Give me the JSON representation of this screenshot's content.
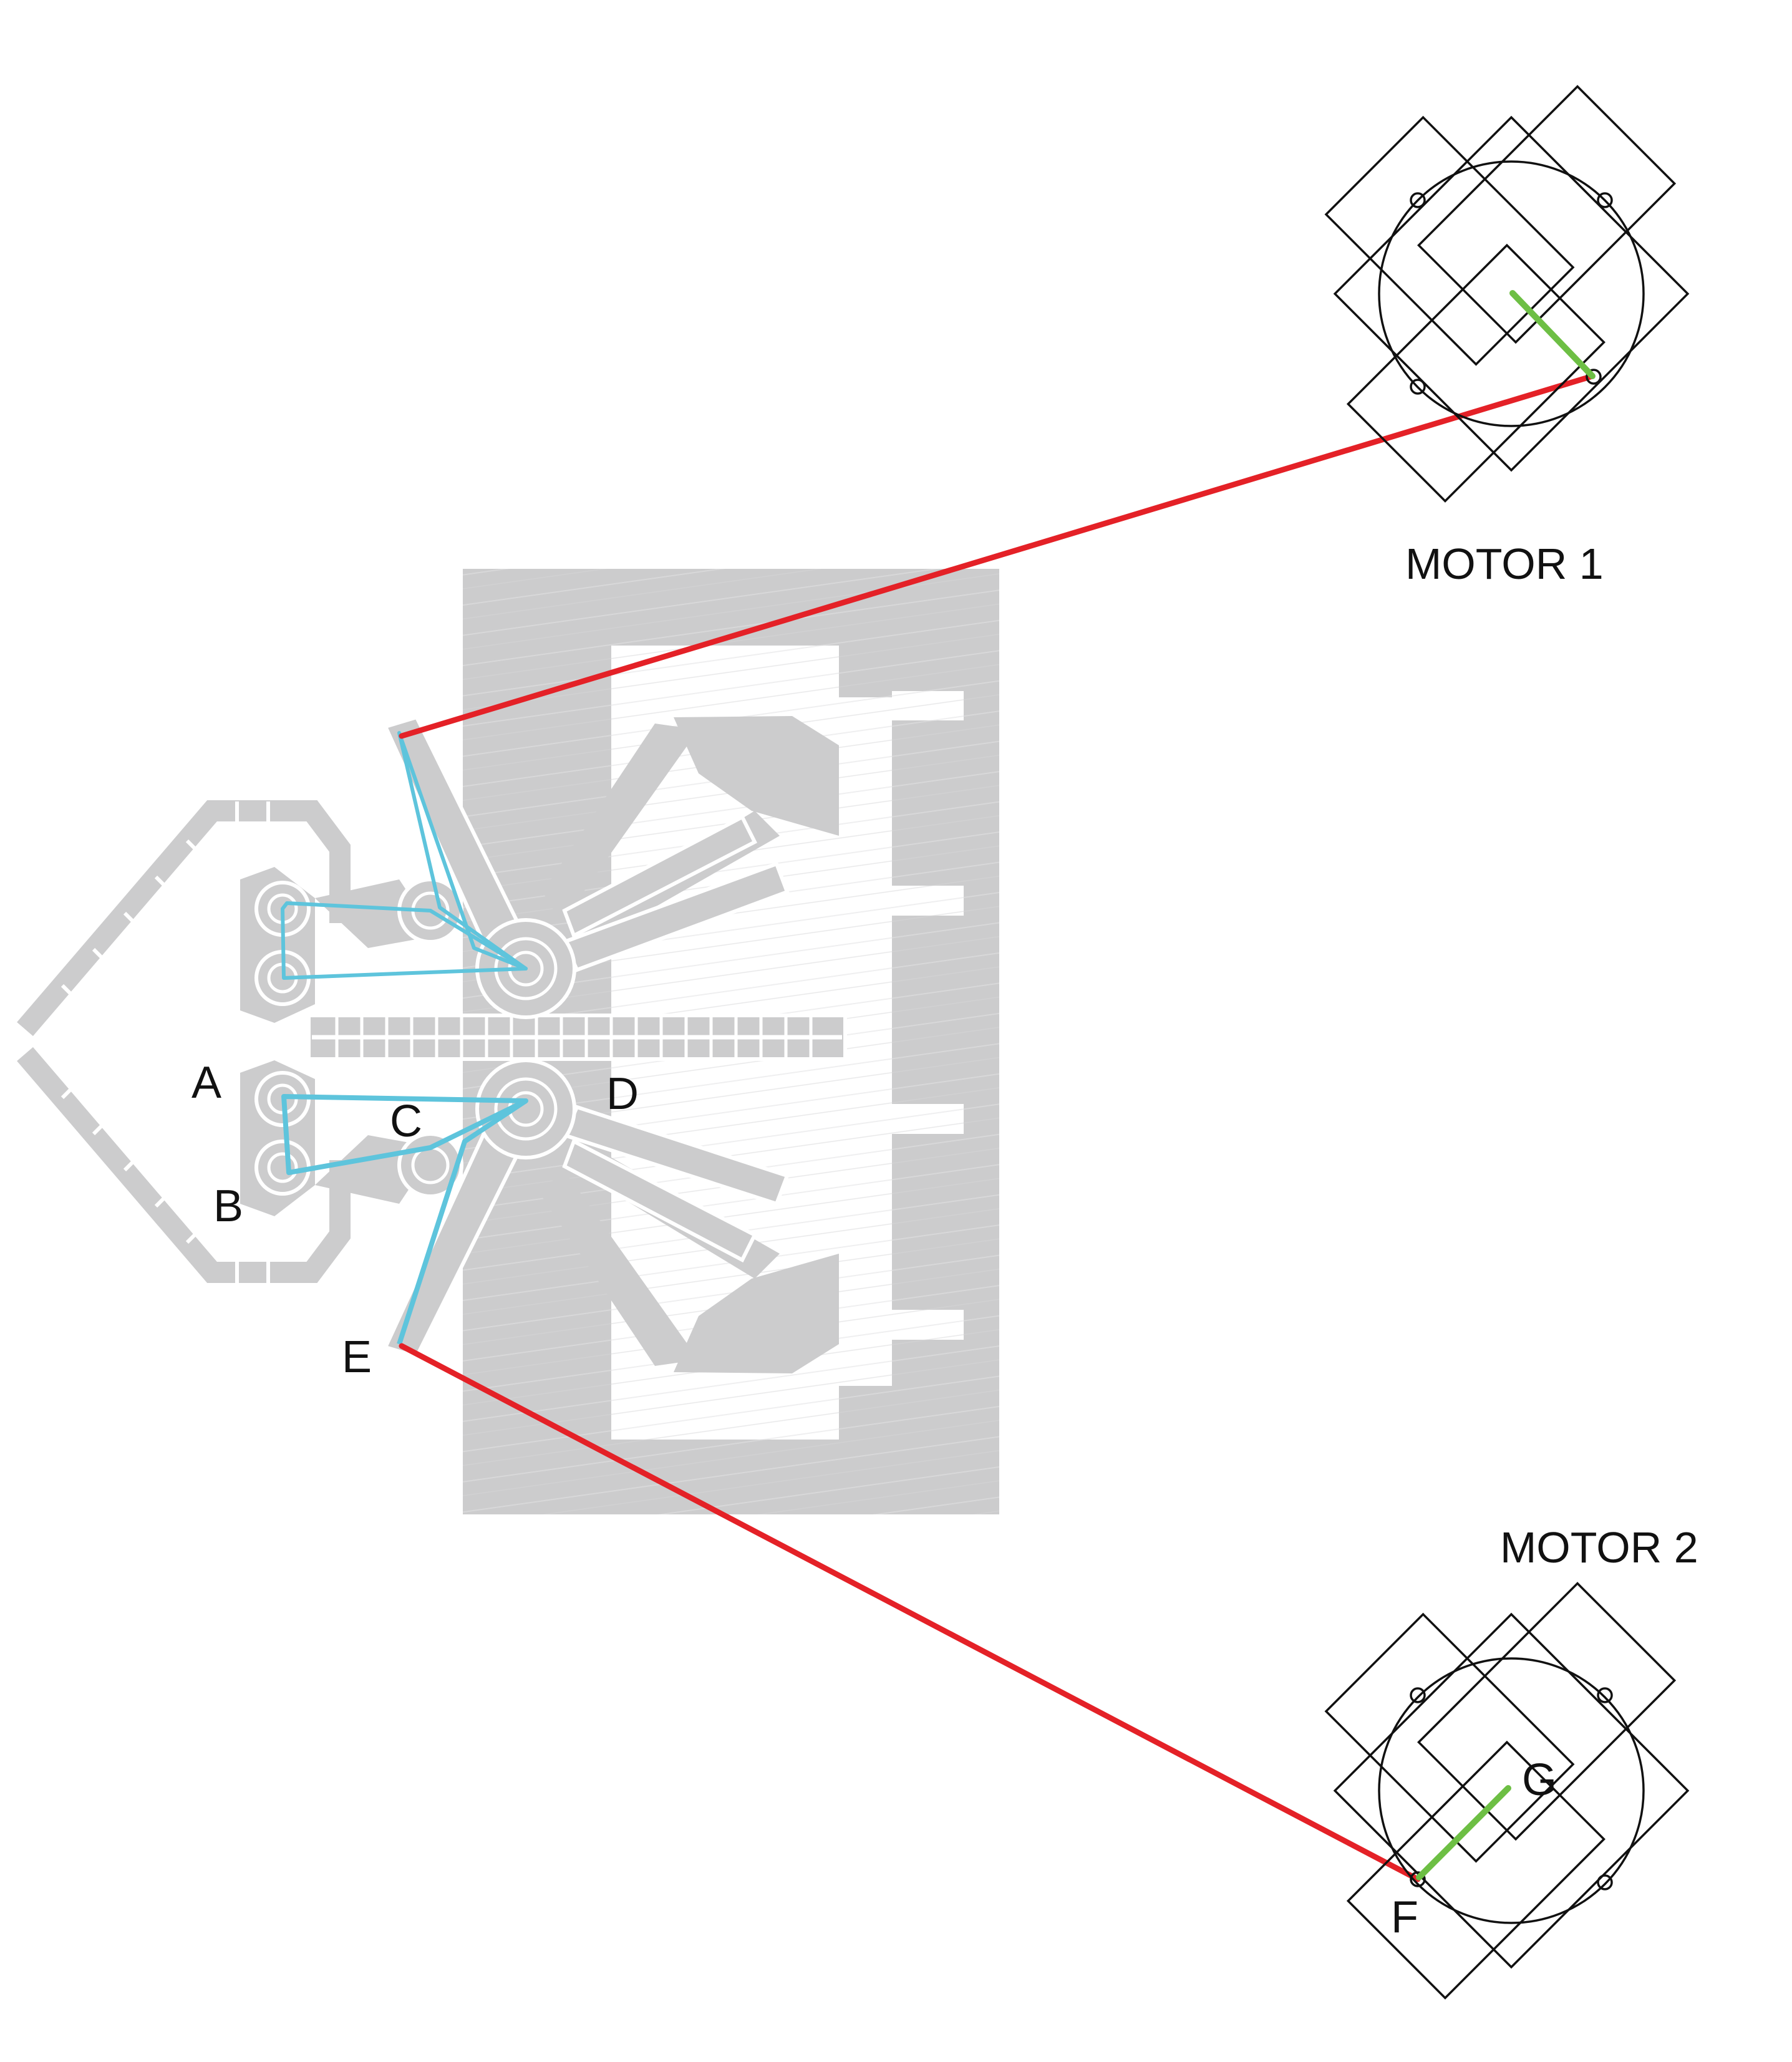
{
  "labels": {
    "motor_1": "MOTOR 1",
    "motor_2": "MOTOR 2",
    "point_a": "A",
    "point_b": "B",
    "point_c": "C",
    "point_d": "D",
    "point_e": "E",
    "point_f": "F",
    "point_g": "G"
  },
  "colors": {
    "background": "#ffffff",
    "mechanism_fill": "#cccccd",
    "mechanism_hatch": "#e2e2e3",
    "linkage_outline": "#5ec4dc",
    "cable": "#e42127",
    "crank_arm": "#6dbf44",
    "motor_outline": "#111111"
  }
}
